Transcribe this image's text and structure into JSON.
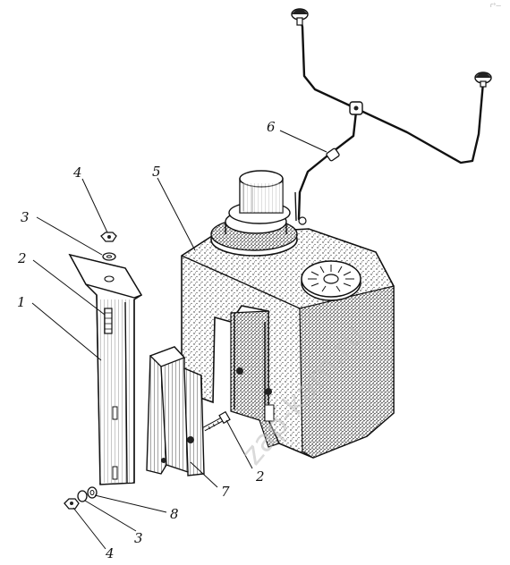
{
  "watermark": "zap-kam.ru",
  "corner_mark": "г°—",
  "callouts": {
    "tank": "5",
    "tube": "6",
    "bracket": "1",
    "bolt_left": "2",
    "bolt_right": "2",
    "washer_top": "3",
    "washer_bottom": "3",
    "nut_top": "4",
    "nut_bottom": "4",
    "support": "7",
    "spring_washer": "8"
  }
}
